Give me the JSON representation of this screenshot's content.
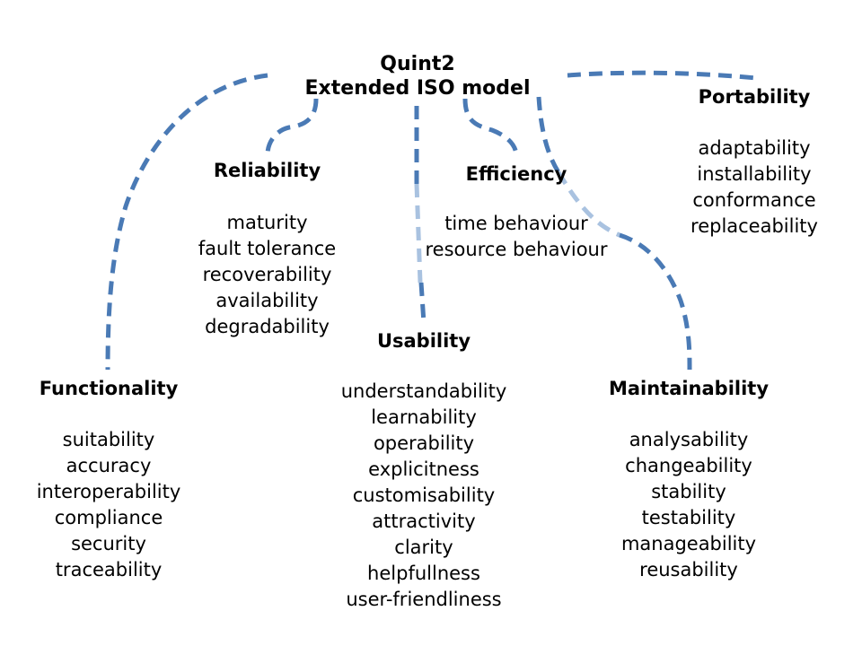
{
  "title": {
    "line1": "Quint2",
    "line2": "Extended ISO model"
  },
  "colors": {
    "connector": "#4a7ab5",
    "connector_light": "#a9c2e0",
    "text": "#000000",
    "background": "#ffffff"
  },
  "characteristics": {
    "portability": {
      "name": "Portability",
      "subs": [
        "adaptability",
        "installability",
        "conformance",
        "replaceability"
      ]
    },
    "reliability": {
      "name": "Reliability",
      "subs": [
        "maturity",
        "fault tolerance",
        "recoverability",
        "availability",
        "degradability"
      ]
    },
    "efficiency": {
      "name": "Efficiency",
      "subs": [
        "time behaviour",
        "resource behaviour"
      ]
    },
    "usability": {
      "name": "Usability",
      "subs": [
        "understandability",
        "learnability",
        "operability",
        "explicitness",
        "customisability",
        "attractivity",
        "clarity",
        "helpfullness",
        "user-friendliness"
      ]
    },
    "functionality": {
      "name": "Functionality",
      "subs": [
        "suitability",
        "accuracy",
        "interoperability",
        "compliance",
        "security",
        "traceability"
      ]
    },
    "maintainability": {
      "name": "Maintainability",
      "subs": [
        "analysability",
        "changeability",
        "stability",
        "testability",
        "manageability",
        "reusability"
      ]
    }
  }
}
